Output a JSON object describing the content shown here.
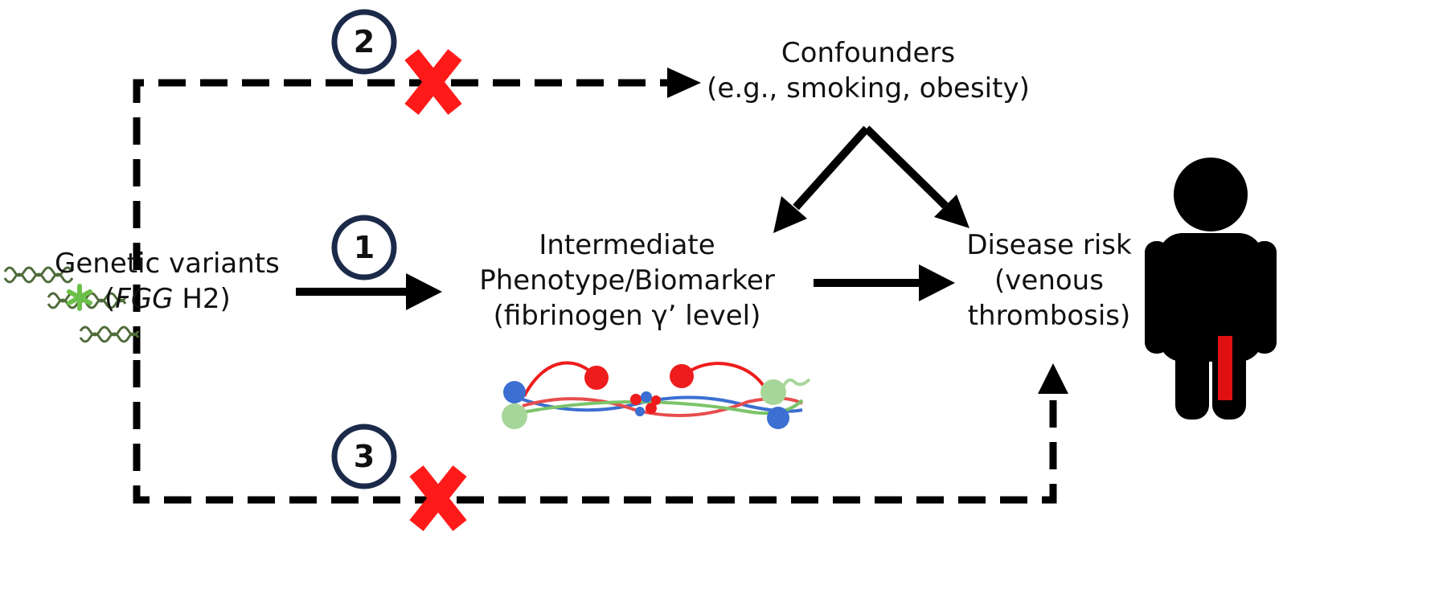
{
  "colors": {
    "line": "#000000",
    "badge_ring": "#1c2a4a",
    "cross": "#ff1a1a",
    "dna": "#4f6b3a",
    "asterisk": "#6cc04a",
    "protein_red": "#ee1c1c",
    "protein_blue": "#3b6fd1",
    "protein_green": "#a7d69a",
    "leg_highlight": "#e01010"
  },
  "nodes": {
    "genetic": {
      "line1": "Genetic variants",
      "paren_open": "(",
      "gene": "FGG",
      "rest": " H2)"
    },
    "intermediate": {
      "line1": "Intermediate",
      "line2": "Phenotype/Biomarker",
      "line3": "(fibrinogen γ’ level)"
    },
    "confounders": {
      "line1": "Confounders",
      "line2": "(e.g., smoking, obesity)"
    },
    "disease": {
      "line1": "Disease risk",
      "line2": "(venous",
      "line3": "thrombosis)"
    }
  },
  "badges": {
    "one": "1",
    "two": "2",
    "three": "3"
  },
  "icons": {
    "dna": "dna-helix-icon",
    "asterisk": "asterisk-icon",
    "protein": "fibrinogen-molecule-icon",
    "person": "person-icon",
    "cross": "x-cross-icon"
  }
}
